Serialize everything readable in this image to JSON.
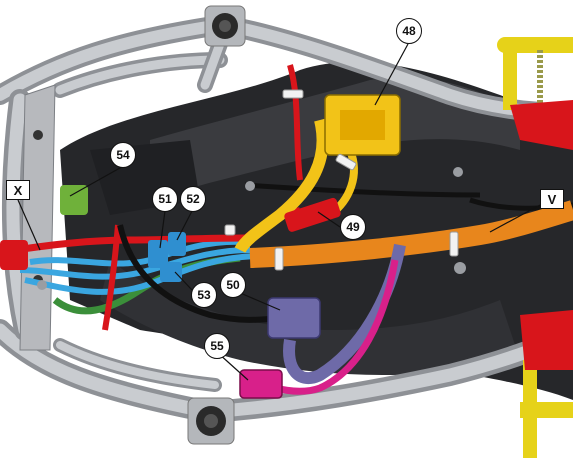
{
  "callouts": {
    "c48": "48",
    "c54": "54",
    "c51": "51",
    "c52": "52",
    "c49": "49",
    "c53": "53",
    "c50": "50",
    "c55": "55"
  },
  "boxes": {
    "x": "X",
    "v": "V"
  },
  "colors": {
    "frame": "#b9bcc0",
    "tank": "#2a2b2e",
    "red_wire": "#d8151b",
    "yellow_harness": "#f2c318",
    "orange_harness": "#e8861c",
    "blue_wire": "#3aa6e0",
    "green_wire": "#3b8f3a",
    "purple_wire": "#6e6aa8",
    "magenta_wire": "#d8208a",
    "subframe_yellow": "#e6d219"
  }
}
